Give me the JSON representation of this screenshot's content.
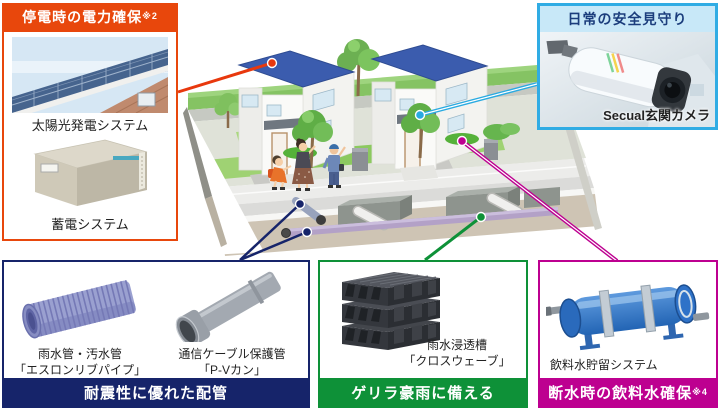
{
  "callouts": {
    "power": {
      "accent": "#e8470c",
      "title": "停電時の電力確保",
      "title_note": "※2",
      "solar_caption": "太陽光発電システム",
      "battery_caption": "蓄電システム"
    },
    "security": {
      "accent": "#30ace4",
      "header_bg": "#c8e8f8",
      "title": "日常の安全見守り",
      "camera_caption": "Secual玄関カメラ"
    },
    "piping": {
      "accent": "#16246a",
      "pipe1_caption_1": "雨水管・汚水管",
      "pipe1_caption_2": "「エスロンリブパイプ」",
      "pipe2_caption_1": "通信ケーブル保護管",
      "pipe2_caption_2": "「P-Vカン」",
      "label": "耐震性に優れた配管"
    },
    "rain": {
      "accent": "#0e9138",
      "caption_1": "雨水浸透槽",
      "caption_2": "「クロスウェーブ」",
      "label": "ゲリラ豪雨に備える"
    },
    "water": {
      "accent": "#bd0090",
      "caption": "飲料水貯留システム",
      "label": "断水時の飲料水確保",
      "label_note": "※4"
    }
  }
}
